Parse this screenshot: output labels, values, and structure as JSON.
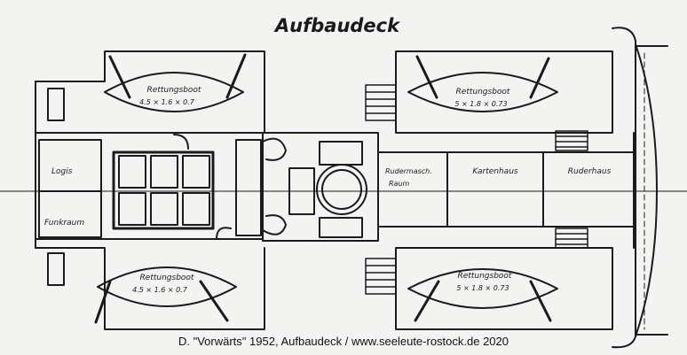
{
  "title": "Aufbaudeck",
  "caption": "D. \"Vorwärts\" 1952, Aufbaudeck / www.seeleute-rostock.de 2020",
  "labels": {
    "lifeboat": "Rettungsboot",
    "dim_left": "4.5 × 1.6 × 0.7",
    "dim_right": "5 × 1.8 × 0.73",
    "logis": "Logis",
    "funkraum": "Funkraum",
    "rudermaschinenraum_1": "Rudermasch.",
    "rudermaschinenraum_2": "Raum",
    "kartenhaus": "Kartenhaus",
    "ruderhaus": "Ruderhaus"
  }
}
